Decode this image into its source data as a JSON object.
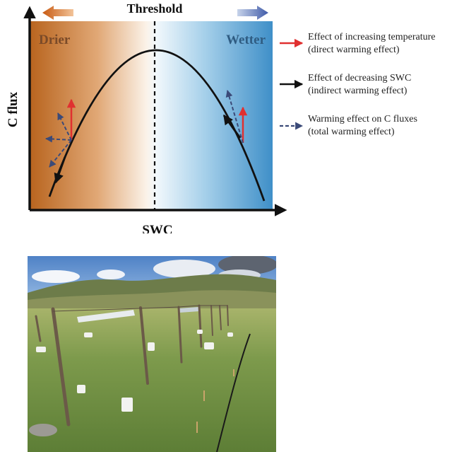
{
  "diagram": {
    "threshold_label": "Threshold",
    "drier_label": "Drier",
    "wetter_label": "Wetter",
    "y_axis_label": "C flux",
    "x_axis_label": "SWC",
    "colors": {
      "dry": "#b8641e",
      "wet": "#3f8fc8",
      "direct_effect": "#e03030",
      "indirect_effect": "#111111",
      "total_effect": "#3b4a78",
      "dry_label": "#7a4a28",
      "wet_label": "#2f5c82"
    },
    "legend": [
      {
        "line1": "Effect of increasing temperature",
        "line2": "(direct warming effect)",
        "style": "red-solid"
      },
      {
        "line1": "Effect of decreasing SWC",
        "line2": "(indirect warming effect)",
        "style": "black-solid"
      },
      {
        "line1": "Warming effect on C fluxes",
        "line2": "(total warming effect)",
        "style": "navy-dashed"
      }
    ]
  },
  "photo": {
    "subject": "field-warming-experiment-grassland"
  }
}
